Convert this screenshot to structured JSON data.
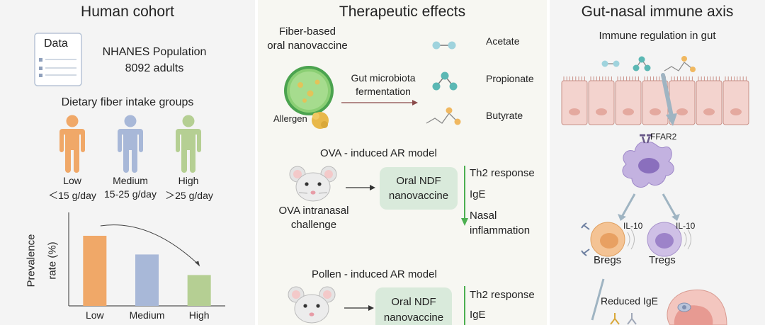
{
  "colors": {
    "low": "#f0a868",
    "medium": "#a8b8d8",
    "high": "#b5cf93",
    "green_box": "#d9eadb",
    "green_arrow": "#4caf50",
    "gut_cell": "#f3d3ce",
    "cell_purple": "#b9a6d6",
    "bregs": "#f4c394",
    "tregs": "#cfc0e6"
  },
  "left": {
    "title": "Human cohort",
    "data_label": "Data",
    "population_line1": "NHANES Population",
    "population_line2": "8092 adults",
    "groups_title": "Dietary fiber intake groups",
    "groups": [
      {
        "name": "Low",
        "range": "＜15 g/day"
      },
      {
        "name": "Medium",
        "range": "15-25 g/day"
      },
      {
        "name": "High",
        "range": "＞25 g/day"
      }
    ],
    "ylabel_line1": "Prevalence",
    "ylabel_line2": "rate (%)"
  },
  "chart_data": {
    "type": "bar",
    "categories": [
      "Low",
      "Medium",
      "High"
    ],
    "values": [
      0.75,
      0.55,
      0.33
    ],
    "ylim": [
      0,
      1
    ],
    "ylabel": "Prevalence rate (%)",
    "xlabel": "",
    "trend": "decreasing",
    "grid": false
  },
  "middle": {
    "title": "Therapeutic effects",
    "vaccine_line1": "Fiber-based",
    "vaccine_line2": "oral nanovaccine",
    "allergen_label": "Allergen",
    "process_line1": "Gut microbiota",
    "process_line2": "fermentation",
    "scfa": [
      "Acetate",
      "Propionate",
      "Butyrate"
    ],
    "model1_title": "OVA - induced AR model",
    "model1_challenge_line1": "OVA intranasal",
    "model1_challenge_line2": "challenge",
    "box_line1": "Oral NDF",
    "box_line2": "nanovaccine",
    "model1_effects": [
      "Th2 response",
      "IgE",
      "Nasal",
      "inflammation"
    ],
    "model2_title": "Pollen - induced AR model",
    "model2_effects": [
      "Th2 response",
      "IgE"
    ]
  },
  "right": {
    "title": "Gut-nasal immune axis",
    "subtitle": "Immune regulation in gut",
    "receptor_label": "FFAR2",
    "il10_left": "IL-10",
    "il10_right": "IL-10",
    "bregs_label": "Bregs",
    "tregs_label": "Tregs",
    "reduced_label": "Reduced IgE"
  }
}
